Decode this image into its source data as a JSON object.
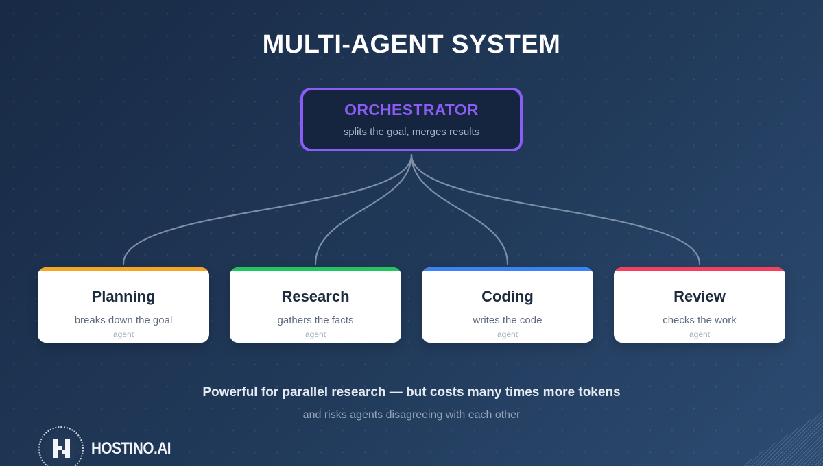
{
  "title": "MULTI-AGENT SYSTEM",
  "orchestrator": {
    "title": "ORCHESTRATOR",
    "subtitle": "splits the goal, merges results",
    "color": "#8b5cf6"
  },
  "agents": [
    {
      "name": "Planning",
      "description": "breaks down the goal",
      "tag": "agent",
      "color": "#f5a524"
    },
    {
      "name": "Research",
      "description": "gathers the facts",
      "tag": "agent",
      "color": "#22c55e"
    },
    {
      "name": "Coding",
      "description": "writes the code",
      "tag": "agent",
      "color": "#3b82f6"
    },
    {
      "name": "Review",
      "description": "checks the work",
      "tag": "agent",
      "color": "#f43f5e"
    }
  ],
  "footer": {
    "headline": "Powerful for parallel research — but costs many times more tokens",
    "note": "and risks agents disagreeing with each other"
  },
  "logo": {
    "text": "HOSTINO.AI",
    "icon": "h-monogram-icon"
  }
}
